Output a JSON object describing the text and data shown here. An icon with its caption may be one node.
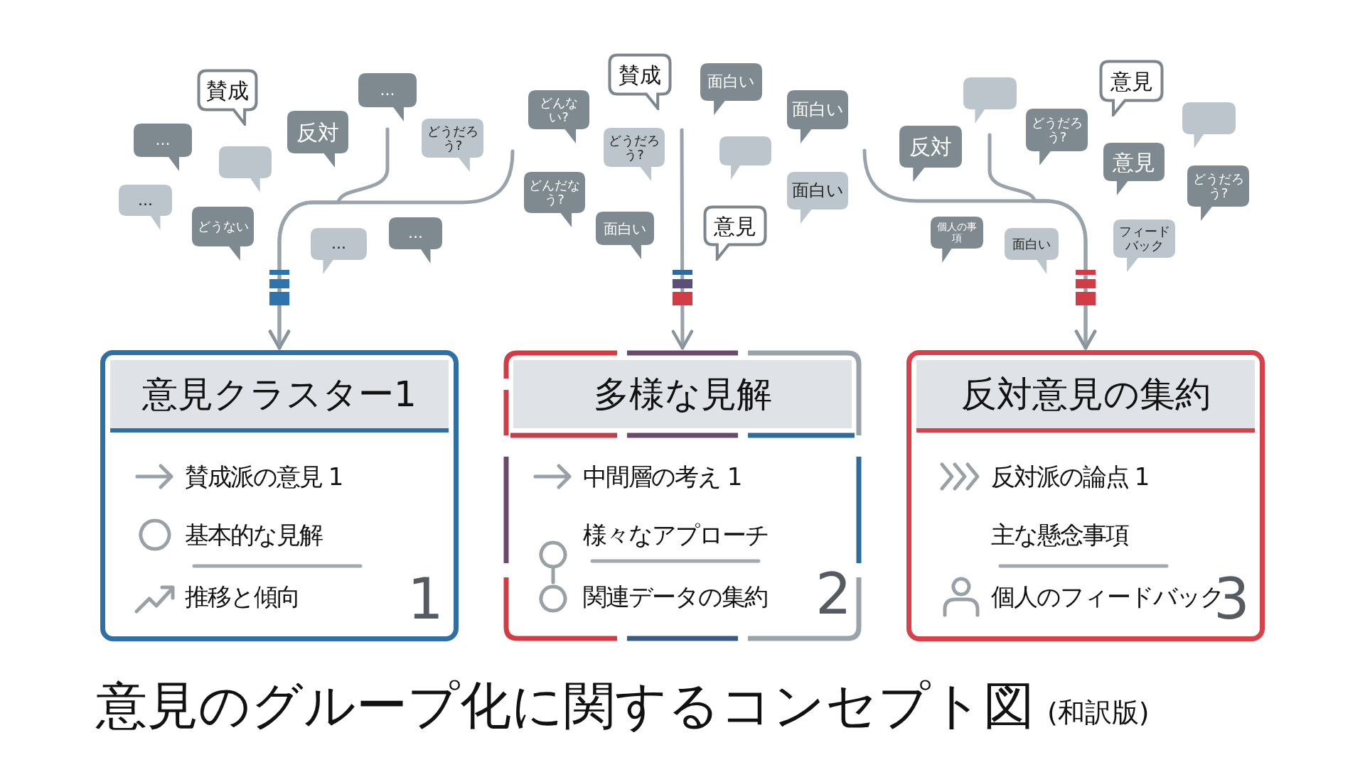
{
  "diagram": {
    "title": "意見のグループ化に関するコンセプト図",
    "nodes": [
      {
        "text": [
          "賛成"
        ]
      },
      {
        "text": [
          "..."
        ]
      },
      {
        "text": [],
        "shape": "bubble"
      },
      {
        "text": [
          "反対"
        ]
      },
      {
        "text": [
          "..."
        ]
      },
      {
        "text": [
          "どうだろう?"
        ]
      },
      {
        "text": [
          "..."
        ]
      },
      {
        "text": [
          "どうない"
        ]
      },
      {
        "text": [
          "..."
        ]
      },
      {
        "text": [
          "..."
        ]
      },
      {
        "text": [
          "どんない?"
        ]
      },
      {
        "text": [
          "賛成"
        ]
      },
      {
        "text": [
          "どうだろう?"
        ]
      },
      {
        "text": [
          "どんだなう?"
        ]
      },
      {
        "text": [
          "面白い"
        ]
      },
      {
        "text": [
          "面白い"
        ]
      },
      {
        "text": [
          "面白い"
        ]
      },
      {
        "text": [],
        "shape": "bubble"
      },
      {
        "text": [
          "面白い"
        ]
      },
      {
        "text": [
          "意見"
        ]
      },
      {
        "text": [],
        "shape": "bubble"
      },
      {
        "text": [
          "反対"
        ]
      },
      {
        "text": [
          "どうだろう?"
        ]
      },
      {
        "text": [
          "意見"
        ]
      },
      {
        "text": [],
        "shape": "bubble"
      },
      {
        "text": [
          "意見"
        ]
      },
      {
        "text": [
          "どうだろう?"
        ]
      },
      {
        "text": [
          "個人の事項"
        ]
      },
      {
        "text": [
          "面白い"
        ]
      },
      {
        "text": [
          "フィードバック"
        ]
      },
      {
        "text": [
          "意見クラスター1",
          "賛成派の意見 1",
          "基本的な見解",
          "推移と傾向",
          "1"
        ]
      },
      {
        "text": [
          "多様な見解",
          "中間層の考え 1",
          "様々なアプローチ",
          "関連データの集約",
          "2"
        ]
      },
      {
        "text": [
          "反対意見の集約",
          "反対派の論点 1",
          "主な懸念事項",
          "個人のフィードバック",
          "3"
        ]
      }
    ],
    "edges": [
      {
        "from": null,
        "to": 30,
        "arrow": "to"
      },
      {
        "from": null,
        "to": 30,
        "arrow": "to"
      },
      {
        "from": null,
        "to": 31,
        "arrow": "to"
      },
      {
        "from": null,
        "to": 32,
        "arrow": "to"
      },
      {
        "from": null,
        "to": 32,
        "arrow": "to"
      }
    ],
    "labels": [
      "(和訳版)"
    ]
  }
}
